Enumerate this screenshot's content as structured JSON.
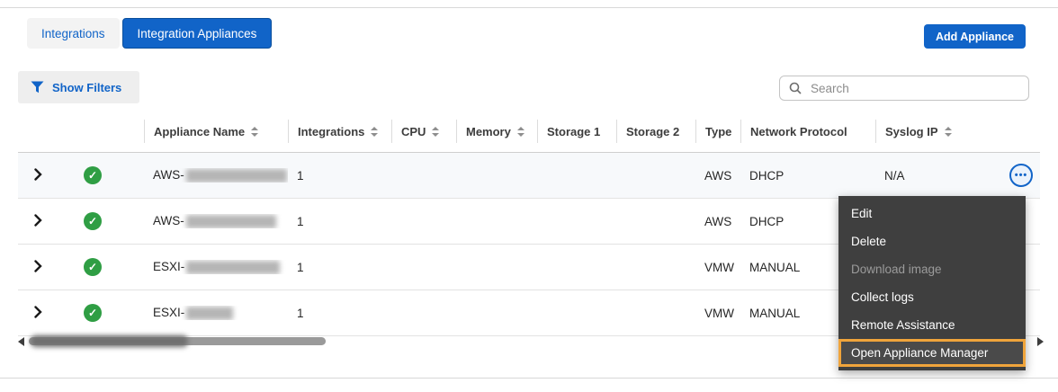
{
  "tabs": [
    {
      "label": "Integrations",
      "active": false
    },
    {
      "label": "Integration Appliances",
      "active": true
    }
  ],
  "buttons": {
    "add_appliance": "Add Appliance"
  },
  "filters": {
    "show_filters_label": "Show Filters"
  },
  "search": {
    "placeholder": "Search"
  },
  "table": {
    "columns": [
      {
        "label": "Appliance Name",
        "sortable": true
      },
      {
        "label": "Integrations",
        "sortable": true
      },
      {
        "label": "CPU",
        "sortable": true
      },
      {
        "label": "Memory",
        "sortable": true
      },
      {
        "label": "Storage 1",
        "sortable": false
      },
      {
        "label": "Storage 2",
        "sortable": false
      },
      {
        "label": "Type",
        "sortable": false
      },
      {
        "label": "Network Protocol",
        "sortable": false
      },
      {
        "label": "Syslog IP",
        "sortable": true
      }
    ],
    "rows": [
      {
        "status": "ok",
        "name_prefix": "AWS-",
        "integrations": "1",
        "cpu": "",
        "memory": "",
        "storage1": "",
        "storage2": "",
        "type": "AWS",
        "network_protocol": "DHCP",
        "syslog_ip": "N/A"
      },
      {
        "status": "ok",
        "name_prefix": "AWS-",
        "integrations": "1",
        "cpu": "",
        "memory": "",
        "storage1": "",
        "storage2": "",
        "type": "AWS",
        "network_protocol": "DHCP",
        "syslog_ip": ""
      },
      {
        "status": "ok",
        "name_prefix": "ESXI-",
        "integrations": "1",
        "cpu": "",
        "memory": "",
        "storage1": "",
        "storage2": "",
        "type": "VMW",
        "network_protocol": "MANUAL",
        "syslog_ip": ""
      },
      {
        "status": "ok",
        "name_prefix": "ESXI-",
        "integrations": "1",
        "cpu": "",
        "memory": "",
        "storage1": "",
        "storage2": "",
        "type": "VMW",
        "network_protocol": "MANUAL",
        "syslog_ip": ""
      }
    ]
  },
  "context_menu": {
    "items": [
      {
        "label": "Edit",
        "disabled": false,
        "highlighted": false
      },
      {
        "label": "Delete",
        "disabled": false,
        "highlighted": false
      },
      {
        "label": "Download image",
        "disabled": true,
        "highlighted": false
      },
      {
        "label": "Collect logs",
        "disabled": false,
        "highlighted": false
      },
      {
        "label": "Remote Assistance",
        "disabled": false,
        "highlighted": false
      },
      {
        "label": "Open Appliance Manager",
        "disabled": false,
        "highlighted": true
      }
    ]
  },
  "colors": {
    "accent_blue": "#1164c8",
    "menu_bg": "#3f3f3f",
    "highlight_orange": "#f0a43b",
    "status_green": "#2f9e44"
  }
}
